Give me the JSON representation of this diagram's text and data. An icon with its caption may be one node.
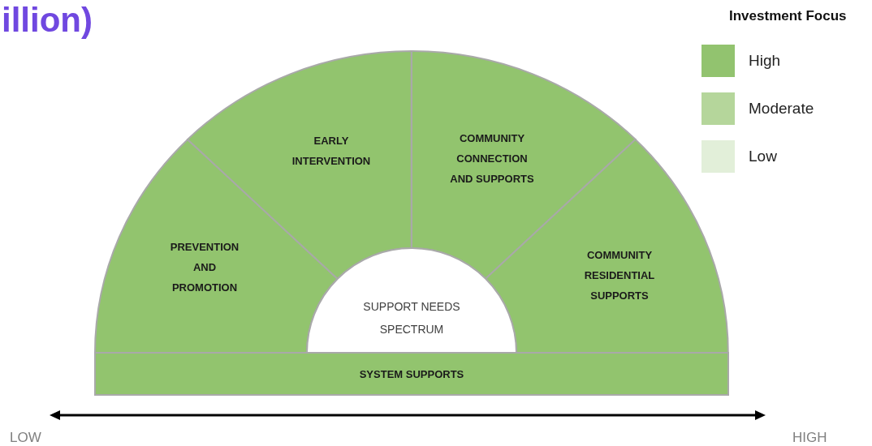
{
  "diagram": {
    "title": "illion)",
    "nodes": [
      {
        "text": [
          "PREVENTION AND PROMOTION"
        ]
      },
      {
        "text": [
          "EARLY INTERVENTION"
        ]
      },
      {
        "text": [
          "COMMUNITY CONNECTION AND SUPPORTS"
        ]
      },
      {
        "text": [
          "COMMUNITY RESIDENTIAL SUPPORTS"
        ]
      },
      {
        "text": [
          "SUPPORT NEEDS SPECTRUM"
        ]
      },
      {
        "text": [
          "SYSTEM SUPPORTS"
        ]
      }
    ],
    "edges": [],
    "labels": [
      "Investment Focus",
      "LOW",
      "HIGH"
    ],
    "legend": [
      {
        "text": "High",
        "color": "#92c36f"
      },
      {
        "text": "Moderate",
        "color": "#b5d69b"
      },
      {
        "text": "Low",
        "color": "#e2efd9"
      }
    ]
  }
}
